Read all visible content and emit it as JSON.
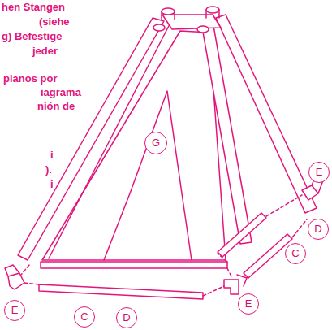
{
  "diagram": {
    "nodes": [
      {
        "text": [
          "G"
        ]
      },
      {
        "text": [
          "E"
        ]
      },
      {
        "text": [
          "D"
        ]
      },
      {
        "text": [
          "C"
        ]
      },
      {
        "text": [
          "E"
        ]
      },
      {
        "text": [
          "E"
        ]
      },
      {
        "text": [
          "C"
        ]
      },
      {
        "text": [
          "D"
        ]
      }
    ],
    "labels": [
      "hen Stangen",
      "(siehe",
      "g) Befestige",
      "jeder",
      "planos por",
      "iagrama",
      "nión de",
      "i",
      ").",
      "i"
    ]
  }
}
